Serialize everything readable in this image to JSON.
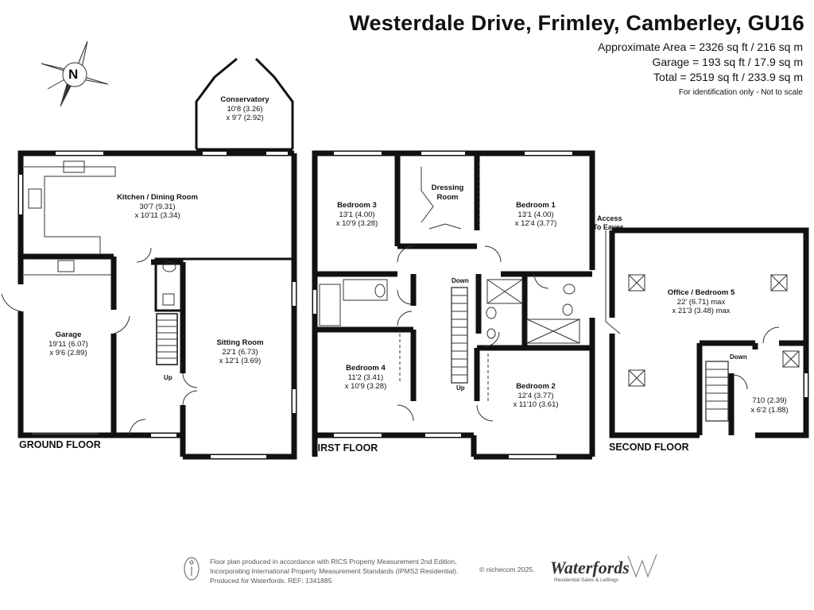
{
  "header": {
    "title": "Westerdale Drive, Frimley, Camberley, GU16",
    "area_lines": [
      "Approximate Area = 2326 sq ft / 216 sq m",
      "Garage = 193 sq ft / 17.9 sq m",
      "Total = 2519 sq ft / 233.9 sq m"
    ],
    "note": "For identification only - Not to scale"
  },
  "compass": {
    "letter": "N"
  },
  "floors": {
    "ground": "GROUND FLOOR",
    "first": "FIRST FLOOR",
    "second": "SECOND FLOOR"
  },
  "rooms": {
    "conservatory": {
      "name": "Conservatory",
      "dim1": "10'8 (3.26)",
      "dim2": "x 9'7 (2.92)"
    },
    "kitchen": {
      "name": "Kitchen / Dining Room",
      "dim1": "30'7 (9.31)",
      "dim2": "x 10'11 (3.34)"
    },
    "garage": {
      "name": "Garage",
      "dim1": "19'11 (6.07)",
      "dim2": "x 9'6 (2.89)"
    },
    "sitting": {
      "name": "Sitting Room",
      "dim1": "22'1 (6.73)",
      "dim2": "x 12'1 (3.69)"
    },
    "bedroom3": {
      "name": "Bedroom 3",
      "dim1": "13'1 (4.00)",
      "dim2": "x 10'9 (3.28)"
    },
    "dressing": {
      "name": "Dressing",
      "dim1": "Room",
      "dim2": ""
    },
    "bedroom1": {
      "name": "Bedroom 1",
      "dim1": "13'1 (4.00)",
      "dim2": "x 12'4 (3.77)"
    },
    "bedroom4": {
      "name": "Bedroom 4",
      "dim1": "11'2 (3.41)",
      "dim2": "x 10'9 (3.28)"
    },
    "bedroom2": {
      "name": "Bedroom 2",
      "dim1": "12'4 (3.77)",
      "dim2": "x 11'10 (3.61)"
    },
    "office": {
      "name": "Office / Bedroom 5",
      "dim1": "22' (6.71) max",
      "dim2": "x 21'3 (3.48) max"
    },
    "loft_room": {
      "name": "",
      "dim1": "710 (2.39)",
      "dim2": "x 6'2 (1.88)"
    }
  },
  "labels": {
    "up_ground": "Up",
    "down_first": "Down",
    "up_first": "Up",
    "down_second": "Down",
    "access_eaves_1": "Access",
    "access_eaves_2": "To Eaves"
  },
  "footer": {
    "line1": "Floor plan produced in accordance with RICS Property Measurement 2nd Edition,",
    "line2": "Incorporating International Property Measurement Standards (IPMS2 Residential).",
    "line3": "Produced for Waterfords.   REF:  1341885",
    "copyright": "© nichecom 2025.",
    "brand": "Waterfords",
    "brand_tag": "Residential Sales & Lettings"
  },
  "colors": {
    "wall": "#111111",
    "background": "#ffffff",
    "text": "#111111"
  }
}
